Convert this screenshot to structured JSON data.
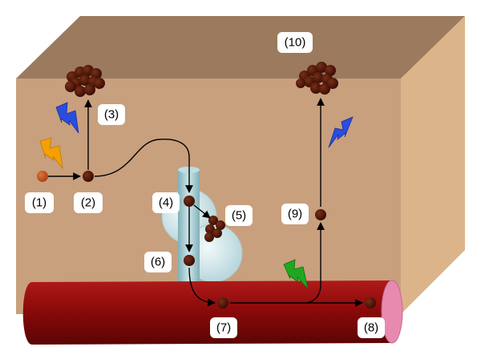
{
  "colors": {
    "box_top": "#9b7a5e",
    "box_front": "#c8a07e",
    "box_side": "#dcb48a",
    "vessel": "#8c0a0a",
    "vessel_end": "#e88ab0",
    "particle": "#4a1608",
    "particle_light": "#c0541e",
    "cell": "#d2e6ea",
    "tube": "#9fc5cc",
    "bolt_orange": "#f5a000",
    "bolt_blue": "#2a4de0",
    "bolt_green": "#1fa81f"
  },
  "labels": {
    "l1": "(1)",
    "l2": "(2)",
    "l3": "(3)",
    "l4": "(4)",
    "l5": "(5)",
    "l6": "(6)",
    "l7": "(7)",
    "l8": "(8)",
    "l9": "(9)",
    "l10": "(10)"
  }
}
